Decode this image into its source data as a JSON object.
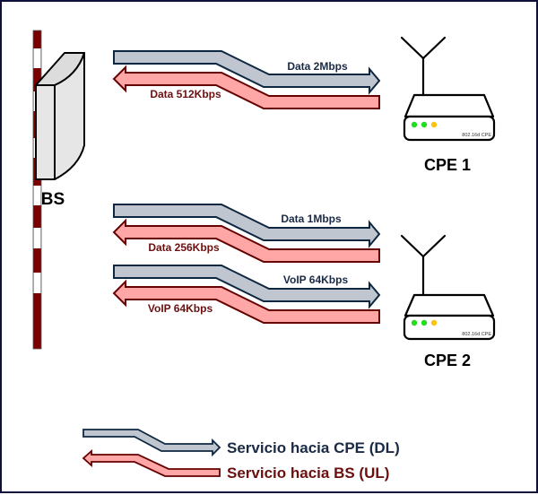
{
  "colors": {
    "dl_fill": "#c0c6cf",
    "dl_stroke": "#0e2740",
    "ul_fill": "#ffa6a6",
    "ul_stroke": "#660000",
    "dl_text": "#1a2a44",
    "ul_text": "#6b0f0f",
    "pole_red": "#7a0000",
    "led_green": "#22dd22",
    "led_yellow": "#ffc20e"
  },
  "base_station": {
    "label": "BS"
  },
  "cpes": [
    {
      "label": "CPE 1",
      "device_text": "802.16d CPE",
      "services": [
        {
          "dl": "Data 2Mbps",
          "ul": "Data 512Kbps"
        }
      ]
    },
    {
      "label": "CPE 2",
      "device_text": "802.16d CPE",
      "services": [
        {
          "dl": "Data 1Mbps",
          "ul": "Data 256Kbps"
        },
        {
          "dl": "VoIP 64Kbps",
          "ul": "VoIP 64Kbps"
        }
      ]
    }
  ],
  "legend": {
    "dl": "Servicio hacia CPE (DL)",
    "ul": "Servicio hacia BS (UL)"
  }
}
